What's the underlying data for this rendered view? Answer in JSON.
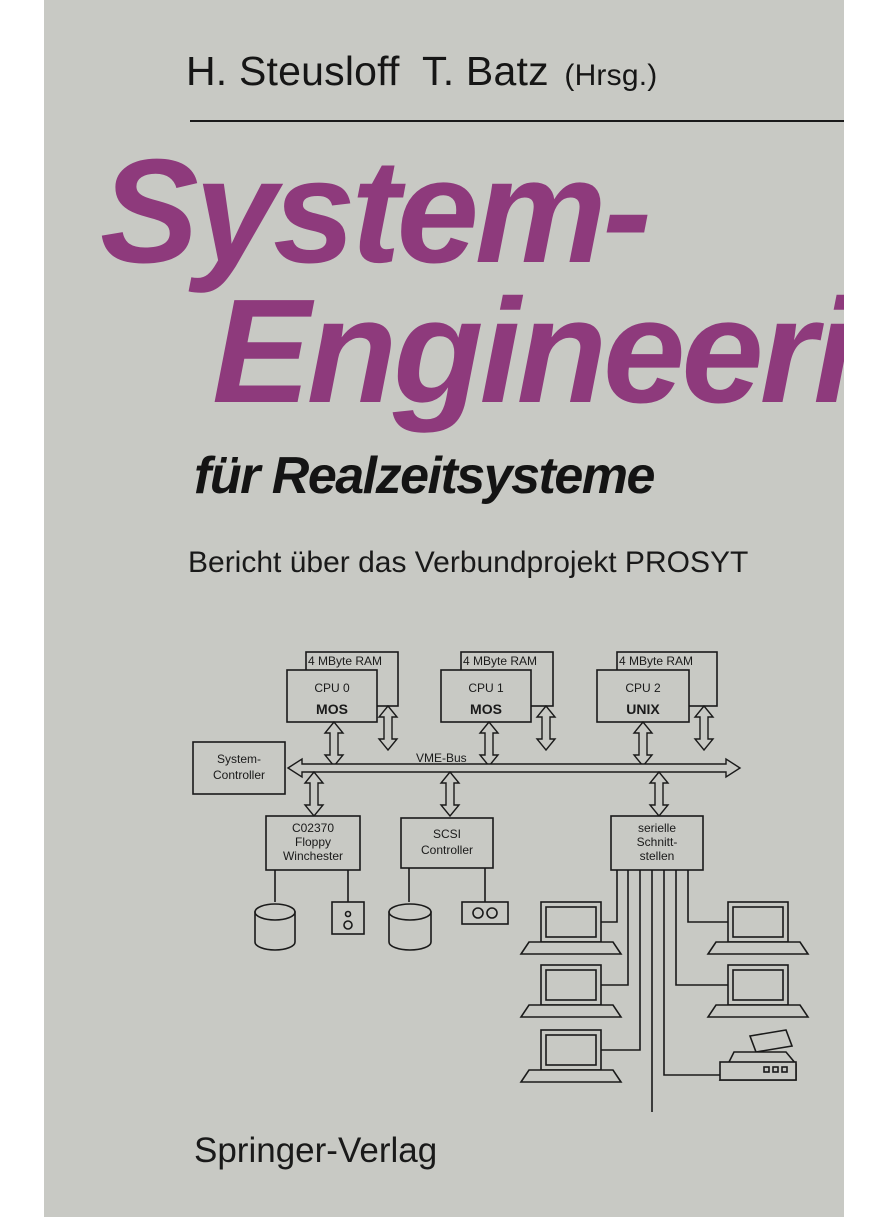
{
  "cover": {
    "authors": {
      "first": "H. Steusloff",
      "second": "T. Batz",
      "role": "(Hrsg.)"
    },
    "title_line1": "System-",
    "title_line2": "Engineering",
    "subtitle": "für Realzeitsysteme",
    "report": "Bericht über das Verbundprojekt PROSYT",
    "publisher": "Springer-Verlag",
    "title_color": "#8e3a7c",
    "background_color": "#c8c9c4"
  },
  "diagram": {
    "ram_label": "4 MByte RAM",
    "cpus": [
      {
        "name": "CPU 0",
        "os": "MOS"
      },
      {
        "name": "CPU 1",
        "os": "MOS"
      },
      {
        "name": "CPU 2",
        "os": "UNIX"
      }
    ],
    "bus_label": "VME-Bus",
    "system_controller": [
      "System-",
      "Controller"
    ],
    "floppy_controller": [
      "C02370",
      "Floppy",
      "Winchester"
    ],
    "scsi_controller": [
      "SCSI",
      "Controller"
    ],
    "serial_interfaces": [
      "serielle",
      "Schnitt-",
      "stellen"
    ]
  }
}
